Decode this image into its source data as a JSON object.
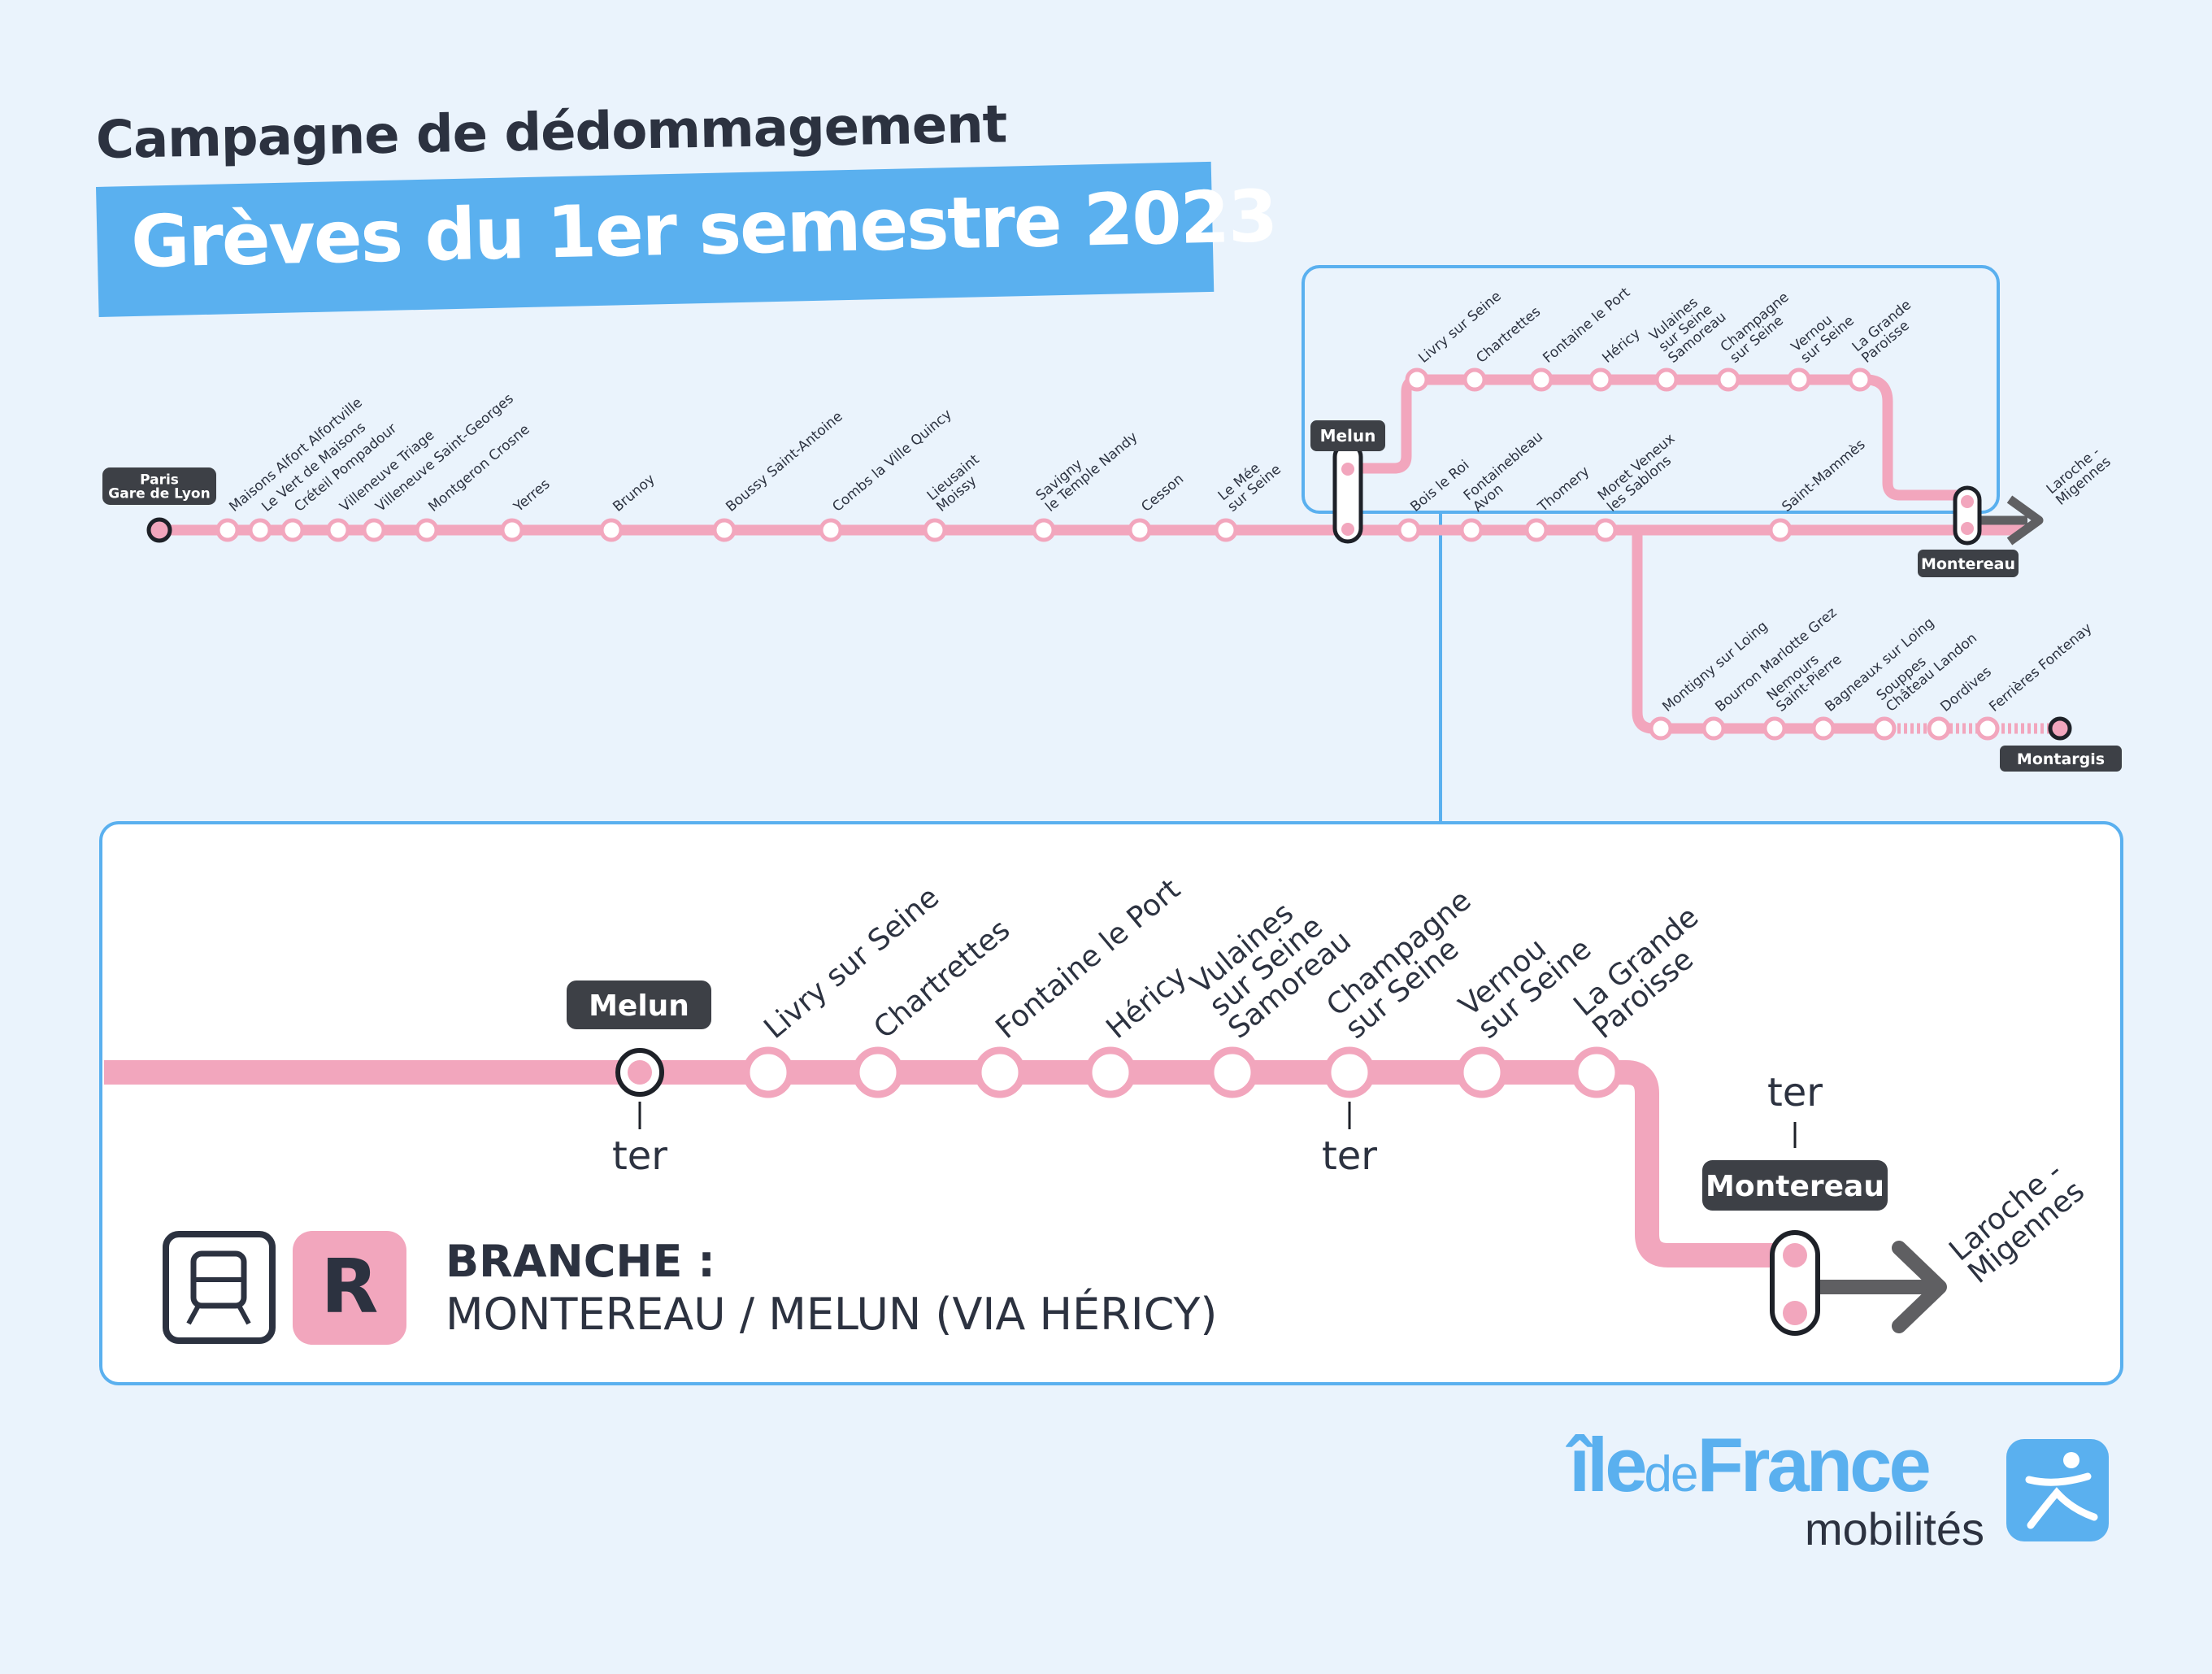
{
  "header": {
    "subtitle": "Campagne de dédommagement",
    "title": "Grèves du 1er semestre 2023"
  },
  "colors": {
    "line_pink": "#f2a6bd",
    "accent_blue": "#5ab0ef",
    "dark": "#2c3240",
    "label_box": "#3d4046",
    "arrow_gray": "#5f5f62",
    "background": "#eaf3fc"
  },
  "overview": {
    "terminus_paris": "Paris\nGare de Lyon",
    "main_stations": [
      "Maisons Alfort Alfortville",
      "Le Vert de Maisons",
      "Créteil Pompadour",
      "Villeneuve Triage",
      "Villeneuve Saint-Georges",
      "Montgeron Crosne",
      "Yerres",
      "Brunoy",
      "Boussy Saint-Antoine",
      "Combs la Ville Quincy",
      "Lieusaint\nMoissy",
      "Savigny\nle Temple Nandy",
      "Cesson",
      "Le Mée\nsur Seine"
    ],
    "melun": "Melun",
    "hericy_branch": [
      "Livry sur Seine",
      "Chartrettes",
      "Fontaine le Port",
      "Héricy",
      "Vulaines\nsur Seine\nSamoreau",
      "Champagne\nsur Seine",
      "Vernou\nsur Seine",
      "La Grande\nParoisse"
    ],
    "moret_branch": [
      "Bois le Roi",
      "Fontainebleau\nAvon",
      "Thomery",
      "Moret Veneux\nles Sablons",
      "Saint-Mammès"
    ],
    "montereau": "Montereau",
    "laroche": "Laroche -\nMigennes",
    "montargis_branch": [
      "Montigny sur Loing",
      "Bourron Marlotte Grez",
      "Nemours\nSaint-Pierre",
      "Bagneaux sur Loing",
      "Souppes\nChâteau Landon",
      "Dordives",
      "Ferrières Fontenay"
    ],
    "montargis": "Montargis"
  },
  "detail": {
    "melun": "Melun",
    "stations": [
      "Livry sur Seine",
      "Chartrettes",
      "Fontaine le Port",
      "Héricy",
      "Vulaines\nsur Seine\nSamoreau",
      "Champagne\nsur Seine",
      "Vernou\nsur Seine",
      "La Grande\nParoisse"
    ],
    "montereau": "Montereau",
    "laroche": "Laroche -\nMigennes",
    "ter": "ter",
    "line_letter": "R",
    "branch_title": "BRANCHE :",
    "branch_route": "MONTEREAU / MELUN (VIA HÉRICY)"
  },
  "logo": {
    "ile": "île",
    "de": "de",
    "france": "France",
    "mobilites": "mobilités"
  }
}
